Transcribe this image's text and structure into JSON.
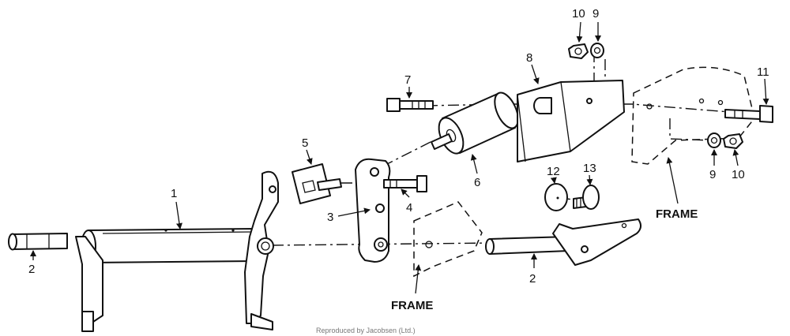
{
  "diagram": {
    "callouts": {
      "c1": "1",
      "c2a": "2",
      "c2b": "2",
      "c3": "3",
      "c4": "4",
      "c5": "5",
      "c6": "6",
      "c7": "7",
      "c8": "8",
      "c9a": "9",
      "c9b": "9",
      "c10a": "10",
      "c10b": "10",
      "c11": "11",
      "c12": "12",
      "c13": "13"
    },
    "labels": {
      "frame_left": "FRAME",
      "frame_right": "FRAME"
    },
    "footer_text": "Reproduced by Jacobsen (Ltd.)"
  }
}
